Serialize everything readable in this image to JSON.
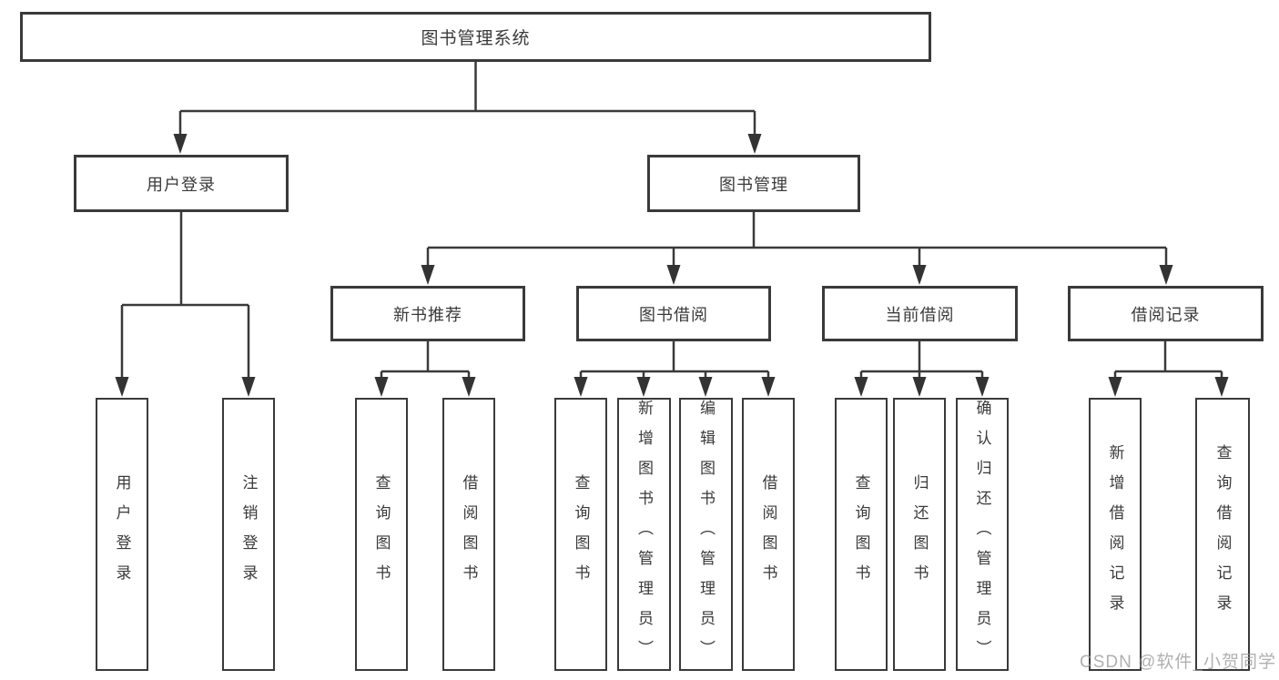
{
  "diagram": {
    "title_node": {
      "label": "图书管理系统"
    },
    "level2": [
      {
        "label": "用户登录"
      },
      {
        "label": "图书管理"
      }
    ],
    "level3": [
      {
        "label": "新书推荐"
      },
      {
        "label": "图书借阅"
      },
      {
        "label": "当前借阅"
      },
      {
        "label": "借阅记录"
      }
    ],
    "leaves": [
      {
        "label": "用户登录",
        "parent": "用户登录"
      },
      {
        "label": "注销登录",
        "parent": "用户登录"
      },
      {
        "label": "查询图书",
        "parent": "新书推荐"
      },
      {
        "label": "借阅图书",
        "parent": "新书推荐"
      },
      {
        "label": "查询图书",
        "parent": "图书借阅"
      },
      {
        "label": "新增图书（管理员）",
        "parent": "图书借阅"
      },
      {
        "label": "编辑图书（管理员）",
        "parent": "图书借阅"
      },
      {
        "label": "借阅图书",
        "parent": "图书借阅"
      },
      {
        "label": "查询图书",
        "parent": "当前借阅"
      },
      {
        "label": "归还图书",
        "parent": "当前借阅"
      },
      {
        "label": "确认归还（管理员）",
        "parent": "当前借阅"
      },
      {
        "label": "新增借阅记录",
        "parent": "借阅记录"
      },
      {
        "label": "查询借阅记录",
        "parent": "借阅记录"
      }
    ],
    "watermark": "CSDN @软件_小贺同学",
    "colors": {
      "line": "#3a3a3a",
      "box_border": "#3a3a3a",
      "box_fill": "#ffffff",
      "text": "#3a3a3a",
      "watermark_gray": "#969696"
    }
  }
}
